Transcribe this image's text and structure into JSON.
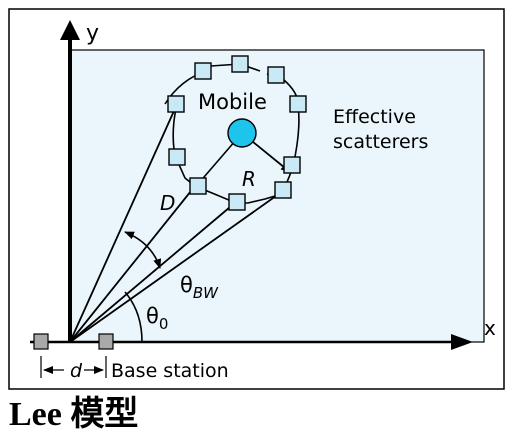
{
  "diagram": {
    "axis_y_label": "y",
    "axis_x_label": "x",
    "mobile_label": "Mobile",
    "scatterers_label_line1": "Effective",
    "scatterers_label_line2": "scatterers",
    "radius_label": "R",
    "distance_label": "D",
    "beamwidth_symbol": "θ",
    "beamwidth_subscript": "BW",
    "angle_symbol": "θ",
    "angle_subscript": "0",
    "spacing_label": "d",
    "base_station_label": "Base station",
    "colors": {
      "panel_fill": "#eaf6fb",
      "scatterer_fill": "#c9e9f7",
      "mobile_fill": "#1fc4ec",
      "base_station_fill": "#a9a9a9",
      "line": "#000000"
    }
  },
  "caption": "Lee 模型"
}
